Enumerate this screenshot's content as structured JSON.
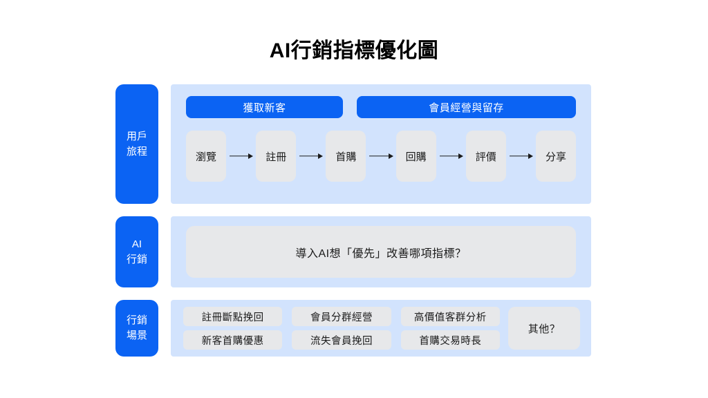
{
  "title": "AI行銷指標優化圖",
  "rows": {
    "journey": {
      "label_line1": "用戶",
      "label_line2": "旅程",
      "phases": [
        {
          "label": "獲取新客"
        },
        {
          "label": "會員經營與留存"
        }
      ],
      "steps": [
        {
          "label": "瀏覽"
        },
        {
          "label": "註冊"
        },
        {
          "label": "首購"
        },
        {
          "label": "回購"
        },
        {
          "label": "評價"
        },
        {
          "label": "分享"
        }
      ]
    },
    "ai": {
      "label_line1": "AI",
      "label_line2": "行銷",
      "question": "導入AI想「優先」改善哪項指標？"
    },
    "scenarios": {
      "label_line1": "行銷",
      "label_line2": "場景",
      "chips": [
        {
          "label": "註冊斷點挽回"
        },
        {
          "label": "會員分群經營"
        },
        {
          "label": "高價值客群分析"
        },
        {
          "label": "新客首購優惠"
        },
        {
          "label": "流失會員挽回"
        },
        {
          "label": "首購交易時長"
        }
      ],
      "other": "其他？"
    }
  },
  "colors": {
    "brand_blue": "#0b63f3",
    "panel_blue": "#d2e3fd",
    "chip_gray": "#e7e8ea",
    "text": "#1b1b1b",
    "background": "#ffffff"
  }
}
